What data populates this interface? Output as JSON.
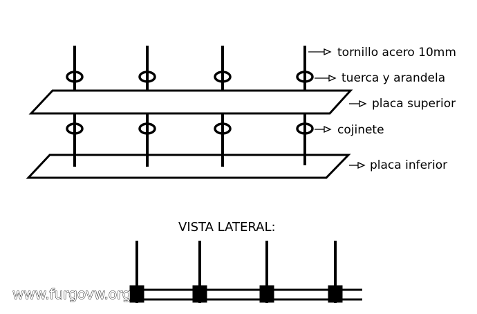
{
  "labels": {
    "bolt": "tornillo acero 10mm",
    "nut_washer": "tuerca y arandela",
    "top_plate": "placa superior",
    "bearing": "cojinete",
    "bottom_plate": "placa inferior"
  },
  "side_view": {
    "title": "VISTA LATERAL:"
  },
  "watermark": "www.furgovw.org",
  "colors": {
    "ink": "#000000",
    "paper": "#ffffff"
  }
}
